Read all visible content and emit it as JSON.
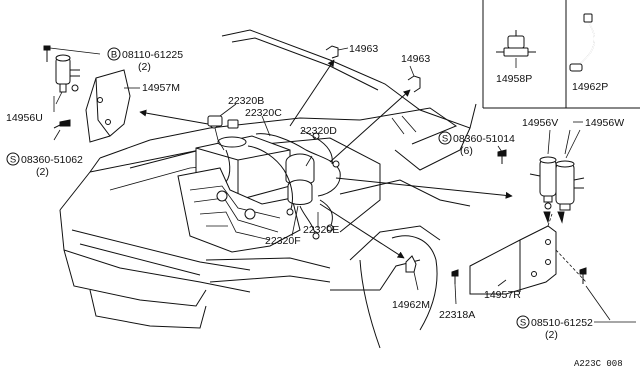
{
  "callouts": [
    {
      "id": "bolt-top",
      "prefix": "B",
      "number": "08110-61225",
      "qty": "(2)"
    },
    {
      "id": "p14957m",
      "number": "14957M"
    },
    {
      "id": "p14956u",
      "number": "14956U"
    },
    {
      "id": "screw-left",
      "prefix": "S",
      "number": "08360-51062",
      "qty": "(2)"
    },
    {
      "id": "p14963a",
      "number": "14963"
    },
    {
      "id": "p14963b",
      "number": "14963"
    },
    {
      "id": "p22320b",
      "number": "22320B"
    },
    {
      "id": "p22320c",
      "number": "22320C"
    },
    {
      "id": "p22320d",
      "number": "22320D"
    },
    {
      "id": "p22320f",
      "number": "22320F"
    },
    {
      "id": "p22320e",
      "number": "22320E"
    },
    {
      "id": "p14958p",
      "number": "14958P"
    },
    {
      "id": "p14962p",
      "number": "14962P"
    },
    {
      "id": "p14956v",
      "number": "14956V"
    },
    {
      "id": "p14956w",
      "number": "14956W"
    },
    {
      "id": "screw-right",
      "prefix": "S",
      "number": "08360-51014",
      "qty": "(6)"
    },
    {
      "id": "p14962m",
      "number": "14962M"
    },
    {
      "id": "p22318a",
      "number": "22318A"
    },
    {
      "id": "p14957r",
      "number": "14957R"
    },
    {
      "id": "screw-bottom",
      "prefix": "S",
      "number": "08510-61252",
      "qty": "(2)"
    }
  ],
  "reference_code": "A223C 008"
}
